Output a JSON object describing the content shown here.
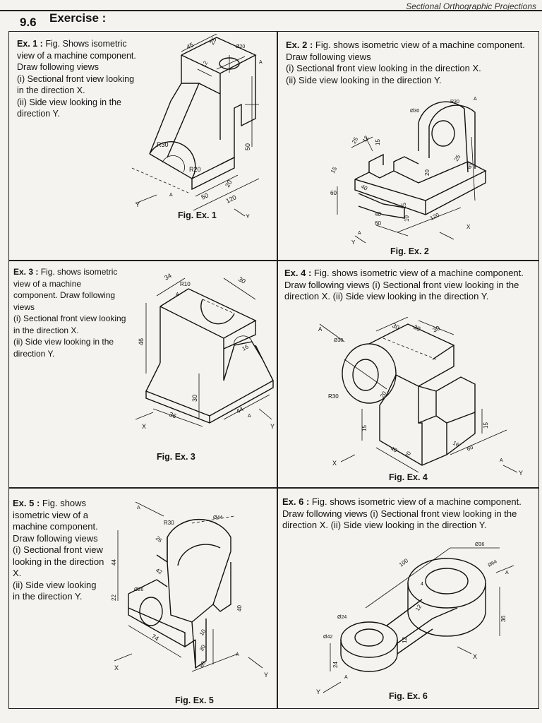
{
  "header": {
    "running_head": "Sectional Orthographic Projections",
    "section_number": "9.6",
    "section_title": "Exercise :"
  },
  "exercises": [
    {
      "label": "Ex. 1 :",
      "text": "Fig. Shows isometric view of a machine component. Draw following views",
      "item1": "(i) Sectional front view looking in the direction X.",
      "item2": "(ii) Side view looking in the direction Y.",
      "caption": "Fig. Ex. 1",
      "dims": [
        "45",
        "25",
        "12",
        "Ø20",
        "A",
        "R30",
        "R20",
        "50",
        "50",
        "20",
        "120",
        "Y",
        "A",
        "X"
      ]
    },
    {
      "label": "Ex. 2 :",
      "text": "Fig. shows isometric view of a machine component. Draw following views",
      "item1": "(i) Sectional front view looking in the direction X.",
      "item2": "(ii) Side view looking in the direction Y.",
      "caption": "Fig. Ex. 2",
      "dims": [
        "Ø30",
        "R30",
        "A",
        "25",
        "12",
        "15",
        "15",
        "40",
        "60",
        "20",
        "60",
        "25",
        "15",
        "10",
        "40",
        "60",
        "120",
        "A",
        "Y",
        "X"
      ]
    },
    {
      "label": "Ex. 3 :",
      "text": "Fig. shows isometric view of a machine component. Draw following views",
      "item1": "(i) Sectional front view looking in the direction X.",
      "item2": "(ii) Side view looking in the direction Y.",
      "caption": "Fig. Ex. 3",
      "dims": [
        "34",
        "R10",
        "30",
        "A",
        "46",
        "16",
        "30",
        "36",
        "44",
        "A",
        "X",
        "Y"
      ]
    },
    {
      "label": "Ex. 4 :",
      "text": "Fig. shows isometric view of a machine component. Draw following views",
      "item1": "(i) Sectional front view looking in the direction X.",
      "item2": "(ii) Side view looking in the direction Y.",
      "caption": "Fig. Ex. 4",
      "dims": [
        "A",
        "30",
        "30",
        "30",
        "Ø30",
        "20",
        "R30",
        "15",
        "15",
        "16",
        "40",
        "20",
        "60",
        "A",
        "X",
        "Y"
      ]
    },
    {
      "label": "Ex. 5 :",
      "text": "Fig. shows isometric view of a machine component. Draw following views",
      "item1": "(i) Sectional front view looking in the direction X.",
      "item2": "(ii) Side view looking in the direction Y.",
      "caption": "Fig. Ex. 5",
      "dims": [
        "A",
        "R30",
        "Ø44",
        "26",
        "44",
        "42",
        "Ø26",
        "22",
        "40",
        "74",
        "10",
        "30",
        "60",
        "A",
        "X",
        "Y"
      ]
    },
    {
      "label": "Ex. 6 :",
      "text": "Fig. shows isometric view of a machine component. Draw following views",
      "item1": "(i) Sectional front view looking in the direction X.",
      "item2": "(ii) Side view looking in the direction Y.",
      "caption": "Fig. Ex. 6",
      "dims": [
        "Ø36",
        "100",
        "Ø64",
        "A",
        "4",
        "12",
        "Ø24",
        "Ø42",
        "36",
        "12",
        "24",
        "A",
        "Y",
        "X"
      ]
    }
  ]
}
